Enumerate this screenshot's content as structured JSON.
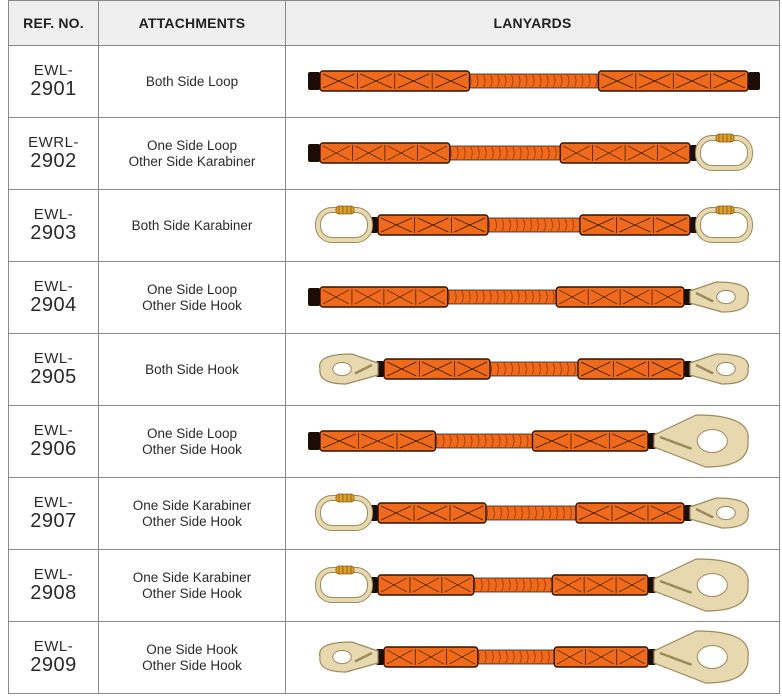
{
  "header": {
    "ref": "REF. NO.",
    "attachments": "ATTACHMENTS",
    "lanyards": "LANYARDS"
  },
  "colors": {
    "webbing": "#f06a1c",
    "stitch": "#2b1608",
    "metal": "#e7d8b0",
    "metal_edge": "#9c8a5a",
    "brass": "#d9a030",
    "header_bg": "#efefef"
  },
  "rows": [
    {
      "prefix": "EWL-",
      "number": "2901",
      "line1": "Both Side Loop",
      "line2": "",
      "left": "loop",
      "right": "loop"
    },
    {
      "prefix": "EWRL-",
      "number": "2902",
      "line1": "One Side Loop",
      "line2": "Other Side Karabiner",
      "left": "loop",
      "right": "karabiner"
    },
    {
      "prefix": "EWL-",
      "number": "2903",
      "line1": "Both Side Karabiner",
      "line2": "",
      "left": "karabiner",
      "right": "karabiner"
    },
    {
      "prefix": "EWL-",
      "number": "2904",
      "line1": "One Side Loop",
      "line2": "Other Side Hook",
      "left": "loop",
      "right": "hook"
    },
    {
      "prefix": "EWL-",
      "number": "2905",
      "line1": "Both Side Hook",
      "line2": "",
      "left": "hook",
      "right": "hook"
    },
    {
      "prefix": "EWL-",
      "number": "2906",
      "line1": "One Side Loop",
      "line2": "Other Side Hook",
      "left": "loop",
      "right": "bighook"
    },
    {
      "prefix": "EWL-",
      "number": "2907",
      "line1": "One Side Karabiner",
      "line2": "Other Side Hook",
      "left": "karabiner",
      "right": "hook"
    },
    {
      "prefix": "EWL-",
      "number": "2908",
      "line1": "One Side Karabiner",
      "line2": "Other Side Hook",
      "left": "karabiner",
      "right": "bighook"
    },
    {
      "prefix": "EWL-",
      "number": "2909",
      "line1": "One Side Hook",
      "line2": "Other Side Hook",
      "left": "hook",
      "right": "bighook"
    }
  ]
}
